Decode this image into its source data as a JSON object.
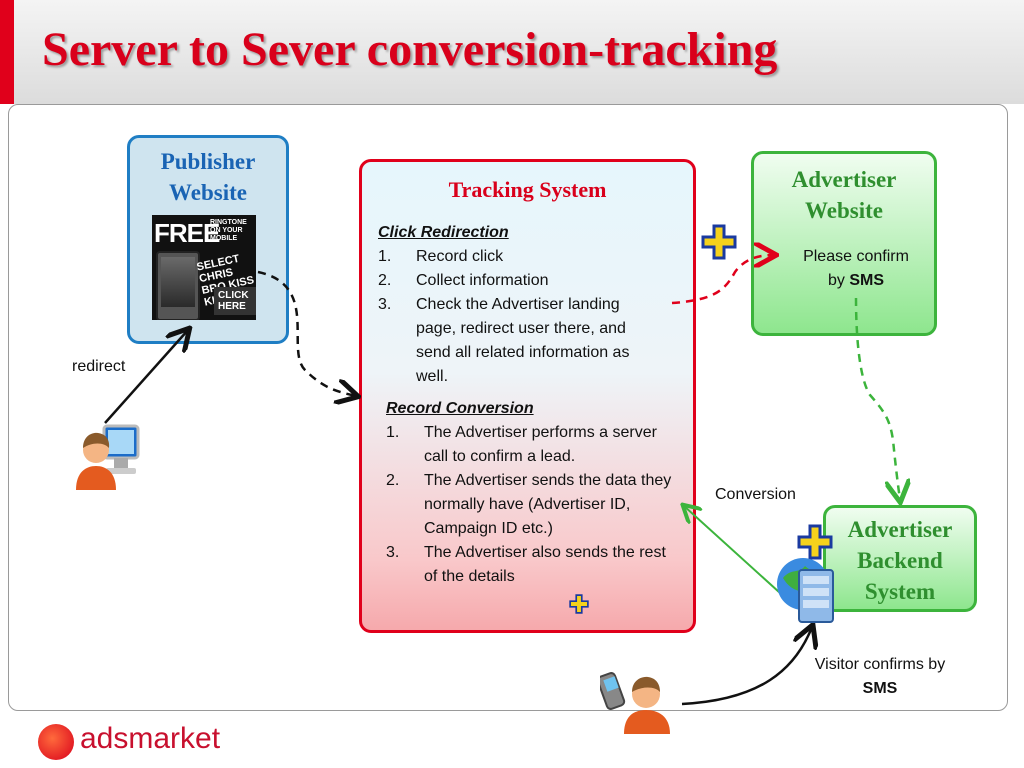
{
  "slide": {
    "title": "Server to Sever conversion-tracking"
  },
  "publisher": {
    "title_line1": "Publisher",
    "title_line2": "Website",
    "ad": {
      "free": "FREE",
      "ringtone": "RINGTONE ON YOUR MOBILE",
      "select": "SELECT CHRIS BRO KISS KISS",
      "click": "CLICK HERE"
    }
  },
  "tracking": {
    "title": "Tracking System",
    "click_redirection": {
      "heading": "Click Redirection",
      "items": [
        {
          "num": "1.",
          "text": "Record click"
        },
        {
          "num": "2.",
          "text": "Collect information"
        },
        {
          "num": "3.",
          "text": "Check the Advertiser landing page, redirect user there, and send all related information as well."
        }
      ]
    },
    "record_conversion": {
      "heading": "Record Conversion",
      "items": [
        {
          "num": "1.",
          "text": "The Advertiser performs a server call to confirm a lead."
        },
        {
          "num": "2.",
          "text": "The Advertiser sends the data they normally have (Advertiser ID, Campaign ID etc.)"
        },
        {
          "num": "3.",
          "text": "The Advertiser also sends the rest of the details"
        }
      ]
    }
  },
  "advertiser_website": {
    "title_line1": "Advertiser",
    "title_line2": "Website",
    "confirm_line1": "Please confirm",
    "confirm_by": "by",
    "confirm_sms": "SMS"
  },
  "advertiser_backend": {
    "title_line1": "Advertiser",
    "title_line2": "Backend",
    "title_line3": "System"
  },
  "labels": {
    "redirect": "redirect",
    "conversion": "Conversion",
    "visitor_line1": "Visitor confirms by",
    "visitor_sms": "SMS"
  },
  "footer": {
    "logo_text": "adsmarket"
  },
  "colors": {
    "title_red": "#d9001b",
    "publisher_blue": "#1f7ec4",
    "tracking_red": "#e0001b",
    "advertiser_green": "#3cb43c"
  },
  "icons": [
    "user-computer-icon",
    "user-phone-icon",
    "server-globe-icon",
    "plus-cross-icon",
    "mobile-phone-icon",
    "adsmarket-logo-icon"
  ]
}
